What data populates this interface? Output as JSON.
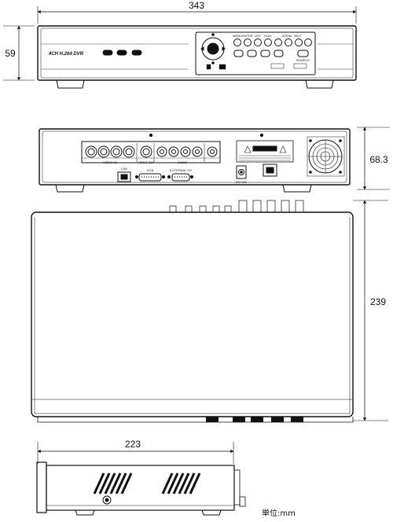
{
  "dimensions": {
    "front_width": "343",
    "front_height": "59",
    "rear_height": "68.3",
    "top_depth": "239",
    "side_depth": "223"
  },
  "front_panel": {
    "model_label": "4CH H.264 DVR",
    "button_labels": [
      "MENU",
      "ENTER",
      "LIST",
      "PLAY",
      "ZOOM",
      "EDIT"
    ],
    "search_label": "SEARCH"
  },
  "rear_panel": {
    "video_in_label": "VIDEO IN",
    "video_out_label": "VIDEO OUT",
    "audio_label": "AUDIO",
    "lan_label": "LAN",
    "vga_label": "VGA",
    "external_io_label": "EXTERNAL I/O",
    "power_label": "DC 12V"
  },
  "unit_label": "単位:mm"
}
